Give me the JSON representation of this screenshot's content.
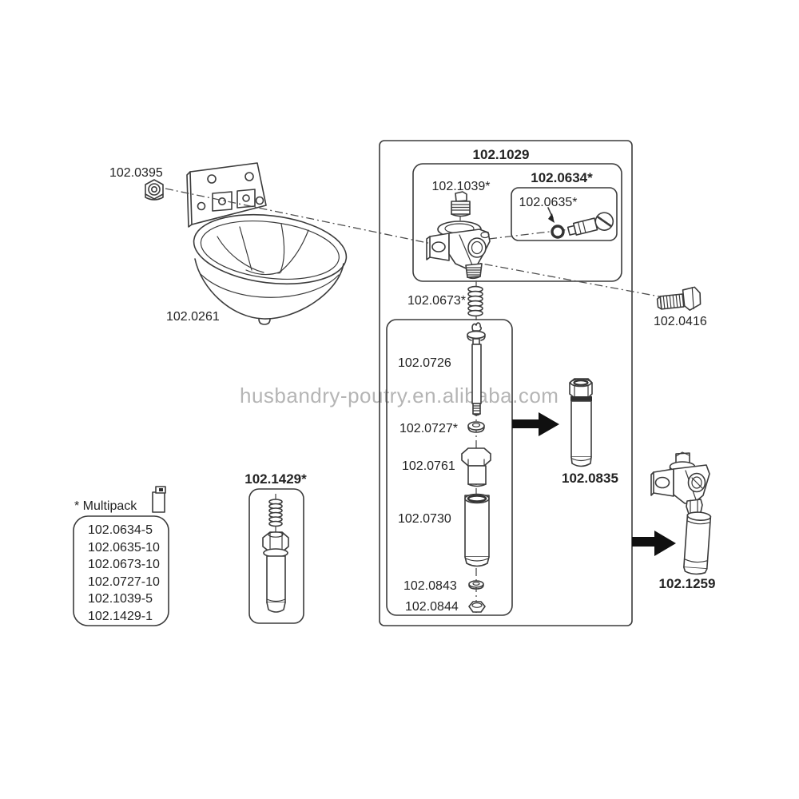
{
  "watermark": "husbandry-poutry.en.alibaba.com",
  "labels": {
    "wing_nut": "102.0395",
    "bowl": "102.0261",
    "main_assembly": "102.1029",
    "plug": "102.1039*",
    "screw_set": "102.0634*",
    "o_ring": "102.0635*",
    "spring": "102.0673*",
    "valve_pin": "102.0726",
    "seal": "102.0727*",
    "union_nut": "102.0761",
    "tube": "102.0730",
    "washer": "102.0843",
    "hex_nut": "102.0844",
    "cartridge": "102.0835",
    "bolt": "102.0416",
    "valve_unit": "102.1259",
    "valve_kit": "102.1429*"
  },
  "multipack": {
    "title": "* Multipack",
    "items": [
      "102.0634-5",
      "102.0635-10",
      "102.0673-10",
      "102.0727-10",
      "102.1039-5",
      "102.1429-1"
    ]
  },
  "colors": {
    "line": "#3b3b3b",
    "text": "#232323",
    "watermark": "#b5b5b5",
    "arrow": "#101010",
    "background": "#ffffff"
  }
}
